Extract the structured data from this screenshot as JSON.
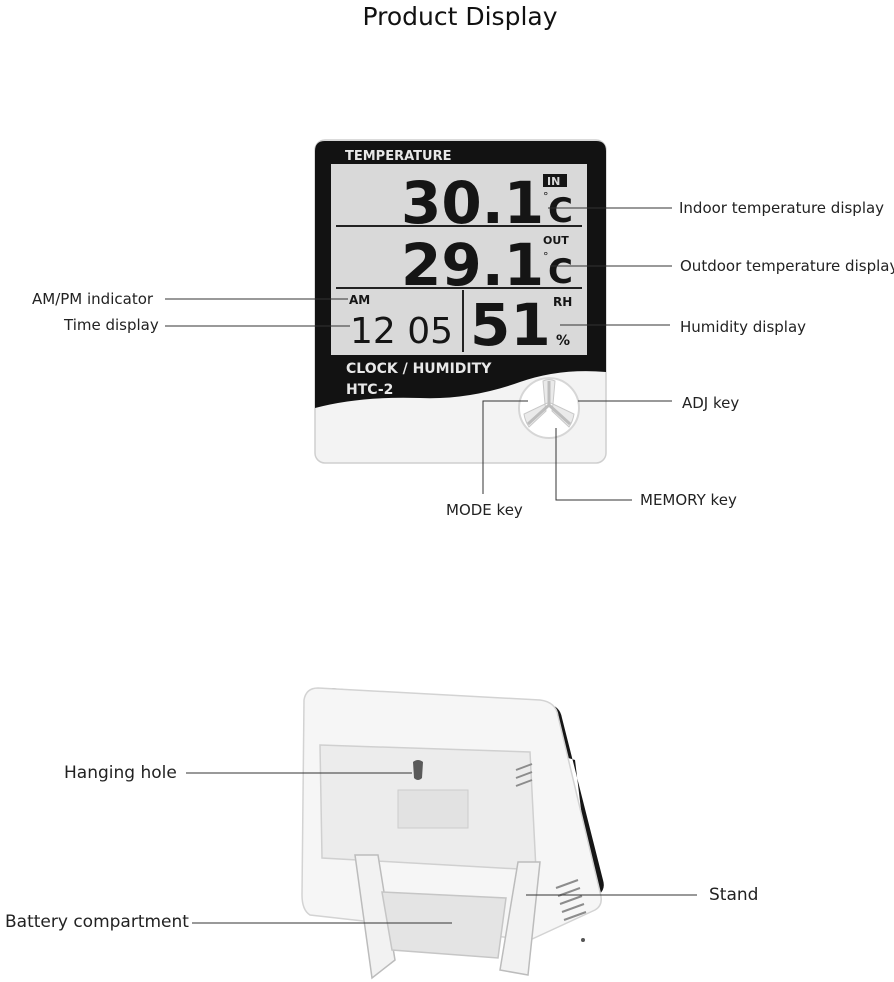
{
  "title": "Product Display",
  "device": {
    "header_label": "TEMPERATURE",
    "indoor_value": "30.1",
    "indoor_tag": "IN",
    "outdoor_value": "29.1",
    "outdoor_tag": "OUT",
    "unit_c": "C",
    "degree_symbol": "°",
    "am_label": "AM",
    "time_value": "12 05",
    "humidity_value": "51",
    "rh_label": "RH",
    "percent_label": "%",
    "brand_line1": "CLOCK / HUMIDITY",
    "brand_line2": "HTC-2"
  },
  "callouts": {
    "indoor": "Indoor temperature display",
    "outdoor": "Outdoor temperature display",
    "ampm": "AM/PM indicator",
    "time": "Time display",
    "humidity": "Humidity display",
    "adj": "ADJ key",
    "mode": "MODE key",
    "memory": "MEMORY key",
    "hanging": "Hanging hole",
    "stand": "Stand",
    "battery": "Battery compartment"
  },
  "colors": {
    "lcd": "#d7d7d7",
    "bezel": "#111111",
    "body": "#f4f4f4",
    "segment": "#151515"
  }
}
